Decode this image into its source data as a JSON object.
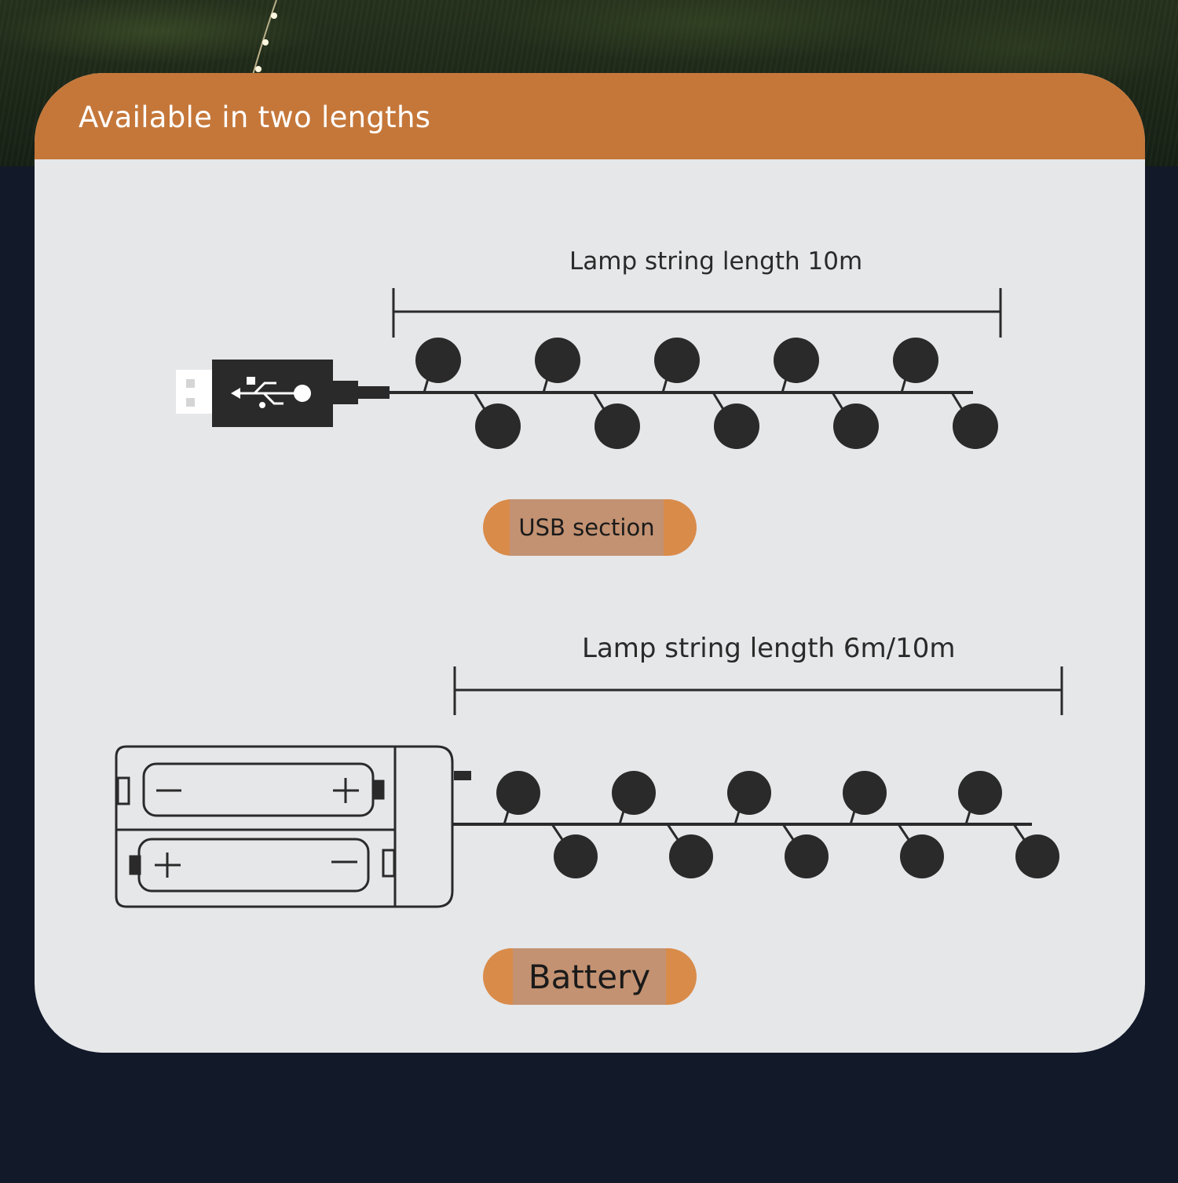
{
  "header": {
    "title": "Available in two lengths"
  },
  "usb_variant": {
    "length_label": "Lamp string length 10m",
    "tag": "USB section",
    "bulb_count": 10
  },
  "battery_variant": {
    "length_label": "Lamp string length 6m/10m",
    "tag": "Battery",
    "bulb_count": 10
  },
  "colors": {
    "header_orange": "#c5773a",
    "pill_orange": "#d98b4a",
    "pill_center": "#c39272",
    "card_bg": "#e6e7e9",
    "page_bg": "#121929",
    "ink": "#2a2a2a"
  },
  "icons": [
    "usb-plug-icon",
    "usb-trident-icon",
    "battery-box-icon",
    "light-bulb-icon"
  ]
}
